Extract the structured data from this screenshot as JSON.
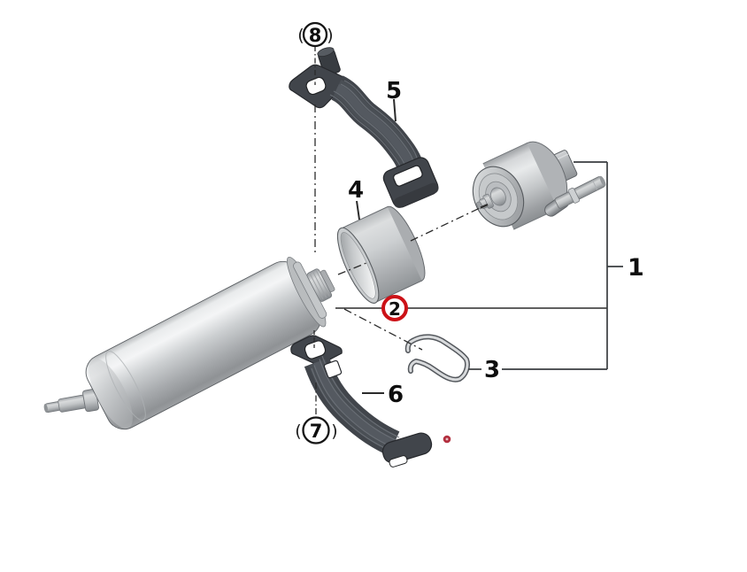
{
  "diagram": {
    "background_color": "#ffffff",
    "callouts": {
      "c1": {
        "label": "1",
        "style": "plain"
      },
      "c2": {
        "label": "2",
        "style": "red-circle-highlight"
      },
      "c3": {
        "label": "3",
        "style": "plain"
      },
      "c4": {
        "label": "4",
        "style": "plain"
      },
      "c5": {
        "label": "5",
        "style": "plain"
      },
      "c6": {
        "label": "6",
        "style": "plain"
      },
      "c7": {
        "label": "7",
        "style": "circled-with-parentheses"
      },
      "c8": {
        "label": "8",
        "style": "circled-with-parentheses"
      },
      "paren_open": "(",
      "paren_close": ")"
    },
    "parts": {
      "1": "pressure-regulator",
      "2": "fuel-filter-highlighted-item",
      "3": "retaining-clip",
      "4": "rubber-sleeve-ring",
      "5": "upper-holding-bracket",
      "6": "lower-holding-bracket",
      "7": "bracket-fastener",
      "8": "bracket-fastener"
    },
    "colors": {
      "callout_highlight_red": "#cc1117",
      "marker_dot_red": "#b3303f",
      "line_black": "#2b2b2b",
      "bracket_line_gray": "#3a3d40",
      "part_dark_gray": "#41454b",
      "part_light_gray": "#c6c9cb"
    }
  }
}
